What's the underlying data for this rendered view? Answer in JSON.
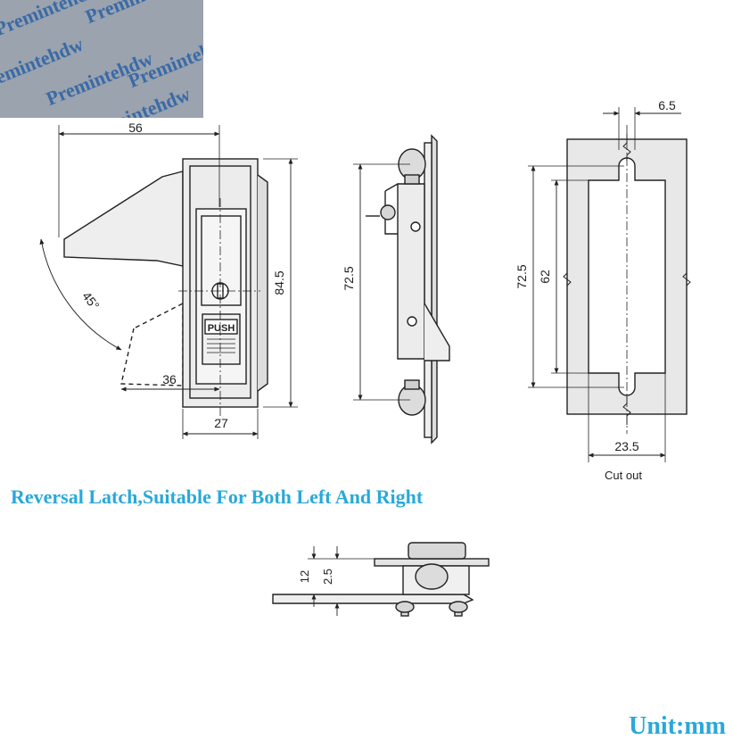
{
  "watermark": {
    "text": "Premintehdw"
  },
  "front_view": {
    "width_top": "56",
    "height": "84.5",
    "bottom_width": "27",
    "swing_width": "36",
    "angle": "45°",
    "button_label": "PUSH"
  },
  "side_view": {
    "height": "72.5"
  },
  "cutout": {
    "top_width": "6.5",
    "outer_height": "72.5",
    "inner_height": "62",
    "bottom_width": "23.5",
    "label": "Cut out"
  },
  "bottom_view": {
    "dim_outer": "12",
    "dim_inner": "2.5"
  },
  "caption": "Reversal Latch,Suitable For Both Left And Right",
  "unit": "Unit:mm",
  "colors": {
    "caption": "#29a9d8",
    "watermark_bg": "#9aa3ae",
    "watermark_text": "#3b6aa6",
    "line": "#222222",
    "part_fill": "#e9e9e9"
  }
}
